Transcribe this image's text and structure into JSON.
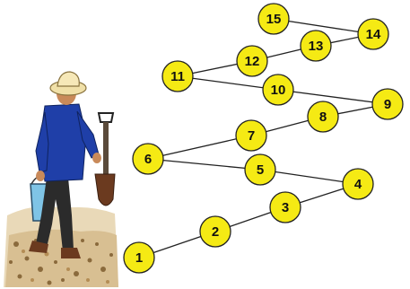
{
  "diagram": {
    "illustration": "farmer-with-spade-and-bucket",
    "colors": {
      "node_fill": "#f5ea14",
      "node_stroke": "#222222",
      "edge": "#222222",
      "label": "#111111"
    },
    "nodes": [
      {
        "id": 1,
        "label": "1"
      },
      {
        "id": 2,
        "label": "2"
      },
      {
        "id": 3,
        "label": "3"
      },
      {
        "id": 4,
        "label": "4"
      },
      {
        "id": 5,
        "label": "5"
      },
      {
        "id": 6,
        "label": "6"
      },
      {
        "id": 7,
        "label": "7"
      },
      {
        "id": 8,
        "label": "8"
      },
      {
        "id": 9,
        "label": "9"
      },
      {
        "id": 10,
        "label": "10"
      },
      {
        "id": 11,
        "label": "11"
      },
      {
        "id": 12,
        "label": "12"
      },
      {
        "id": 13,
        "label": "13"
      },
      {
        "id": 14,
        "label": "14"
      },
      {
        "id": 15,
        "label": "15"
      }
    ],
    "path_order": [
      1,
      2,
      3,
      4,
      5,
      6,
      7,
      8,
      9,
      10,
      11,
      12,
      13,
      14,
      15
    ]
  }
}
